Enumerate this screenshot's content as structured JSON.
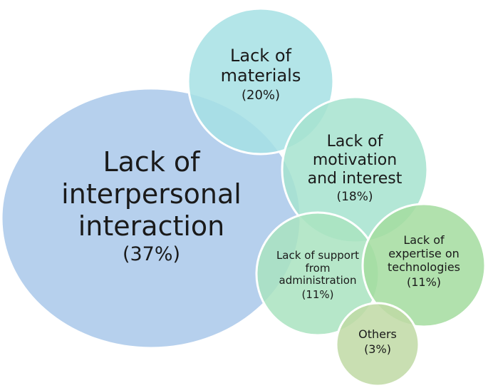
{
  "chart_data": {
    "type": "bubble",
    "items": [
      {
        "label_lines": [
          "Lack of",
          "interpersonal",
          "interaction"
        ],
        "value_text": "(37%)",
        "value": 37,
        "color": "#a9c8ea"
      },
      {
        "label_lines": [
          "Lack of",
          "materials"
        ],
        "value_text": "(20%)",
        "value": 20,
        "color": "#a6e0e4"
      },
      {
        "label_lines": [
          "Lack of",
          "motivation",
          "and interest"
        ],
        "value_text": "(18%)",
        "value": 18,
        "color": "#a6e3cf"
      },
      {
        "label_lines": [
          "Lack of support",
          "from",
          "administration"
        ],
        "value_text": "(11%)",
        "value": 11,
        "color": "#a9e3c0"
      },
      {
        "label_lines": [
          "Lack of",
          "expertise on",
          "technologies"
        ],
        "value_text": "(11%)",
        "value": 11,
        "color": "#a3dc9f"
      },
      {
        "label_lines": [
          "Others"
        ],
        "value_text": "(3%)",
        "value": 3,
        "color": "#bfd9a4"
      }
    ]
  }
}
